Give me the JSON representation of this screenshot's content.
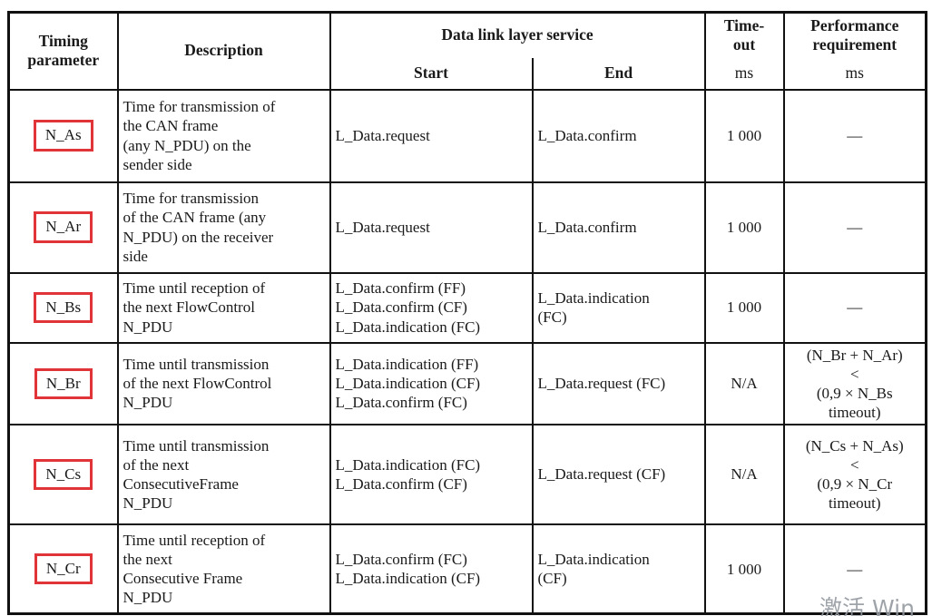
{
  "table": {
    "headers": {
      "timing_parameter": "Timing\nparameter",
      "description": "Description",
      "data_link_layer_service": "Data link layer service",
      "start": "Start",
      "end": "End",
      "timeout": "Time-\nout",
      "timeout_unit": "ms",
      "performance": "Performance\nrequirement",
      "performance_unit": "ms"
    },
    "rows": [
      {
        "param": "N_As",
        "description": "Time for transmission of\nthe CAN frame\n(any N_PDU) on the\nsender side",
        "start": "L_Data.request",
        "end": "L_Data.confirm",
        "timeout": "1 000",
        "performance": "—"
      },
      {
        "param": "N_Ar",
        "description": "Time for transmission\nof the CAN frame (any\nN_PDU) on the receiver\nside",
        "start": "L_Data.request",
        "end": "L_Data.confirm",
        "timeout": "1 000",
        "performance": "—"
      },
      {
        "param": "N_Bs",
        "description": "Time until reception of\nthe next FlowControl\nN_PDU",
        "start": "L_Data.confirm (FF)\nL_Data.confirm (CF)\nL_Data.indication (FC)",
        "end": "L_Data.indication\n(FC)",
        "timeout": "1 000",
        "performance": "—"
      },
      {
        "param": "N_Br",
        "description": "Time until transmission\nof the next FlowControl\nN_PDU",
        "start": "L_Data.indication (FF)\nL_Data.indication (CF)\nL_Data.confirm (FC)",
        "end": "L_Data.request (FC)",
        "timeout": "N/A",
        "performance": "(N_Br + N_Ar)\n<\n(0,9 × N_Bs\ntimeout)"
      },
      {
        "param": "N_Cs",
        "description": "Time until transmission\nof the next\nConsecutiveFrame\nN_PDU",
        "start": "L_Data.indication (FC)\nL_Data.confirm (CF)",
        "end": "L_Data.request (CF)",
        "timeout": "N/A",
        "performance": "(N_Cs + N_As)\n<\n(0,9 × N_Cr\ntimeout)"
      },
      {
        "param": "N_Cr",
        "description": "Time until reception of\nthe next\nConsecutive Frame\nN_PDU",
        "start": "L_Data.confirm (FC)\nL_Data.indication (CF)",
        "end": "L_Data.indication\n(CF)",
        "timeout": "1 000",
        "performance": "—"
      }
    ]
  },
  "watermark": "激活 Win",
  "colors": {
    "red_box_border": "#e03438",
    "table_border": "#111111",
    "text": "#1a1a1a",
    "watermark_gray": "#949920"
  }
}
